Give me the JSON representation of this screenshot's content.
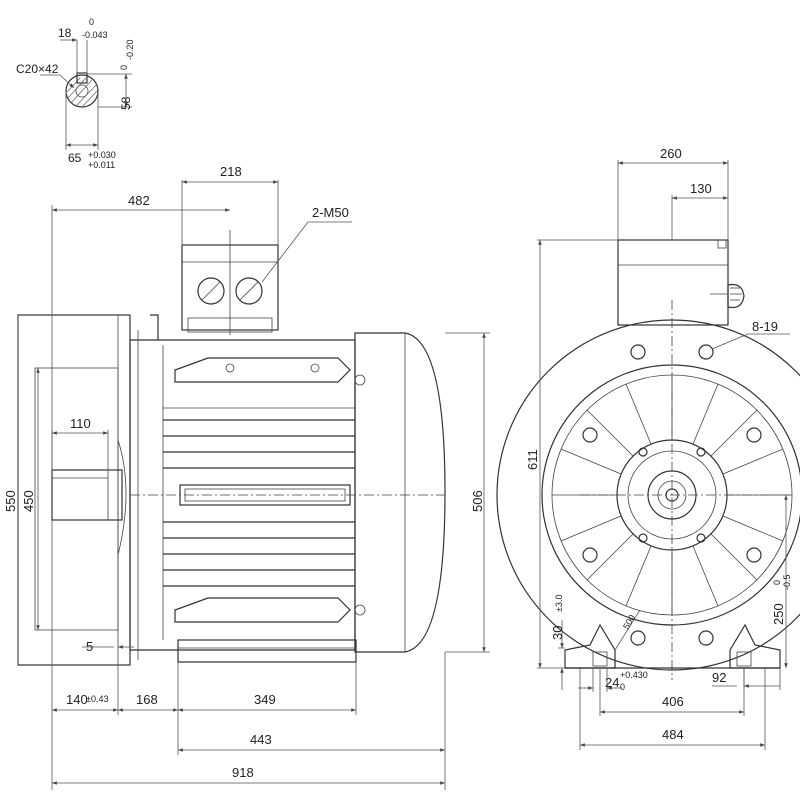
{
  "shaft_section": {
    "key_width": "18",
    "key_tol_upper": "0",
    "key_tol_lower": "-0.043",
    "chamfer": "C20×42",
    "key_depth": "58",
    "key_depth_tol_upper": "0",
    "key_depth_tol_lower": "-0.20",
    "diameter": "65",
    "diameter_tol_upper": "+0.030",
    "diameter_tol_lower": "+0.011"
  },
  "side_view": {
    "terminal_box_width": "218",
    "box_offset": "482",
    "cable_entry": "2-M50",
    "shaft_length": "110",
    "flange_dia": "550",
    "spigot_dia": "450",
    "spigot_depth": "5",
    "body_dia": "506",
    "shaft_ext": "140",
    "shaft_ext_tol": "±0.43",
    "foot_offset": "168",
    "foot_span": "349",
    "foot_length": "443",
    "overall_length": "918"
  },
  "end_view": {
    "box_width": "260",
    "box_half": "130",
    "height_total": "611",
    "bolt_holes": "8-19",
    "pcd": "500",
    "foot_height": "30",
    "foot_height_tol": "±3.0",
    "center_height": "250",
    "center_height_tol_upper": "0",
    "center_height_tol_lower": "-0.5",
    "foot_hole": "24",
    "foot_hole_tol_upper": "+0.430",
    "foot_hole_tol_lower": "0",
    "foot_pad": "92",
    "foot_hole_spacing": "406",
    "foot_width": "484"
  }
}
